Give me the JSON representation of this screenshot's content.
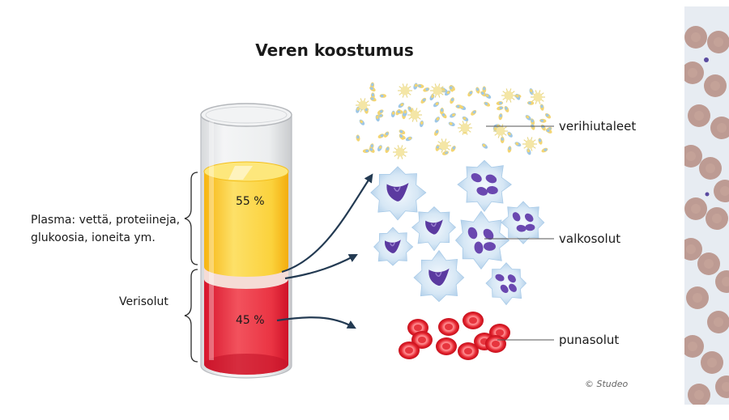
{
  "title": "Veren koostumus",
  "tube": {
    "plasma_percent_label": "55 %",
    "cells_percent_label": "45 %",
    "plasma_fraction": 0.55,
    "cells_fraction": 0.45
  },
  "labels": {
    "plasma_line1": "Plasma: vettä, proteiineja,",
    "plasma_line2": "glukoosia, ioneita ym.",
    "blood_cells": "Verisolut",
    "platelets": "verihiutaleet",
    "white_cells": "valkosolut",
    "red_cells": "punasolut"
  },
  "credit": "© Studeo",
  "colors": {
    "plasma": "#f9c81e",
    "red_layer": "#e8273a",
    "white_cell_halo": "#cfe3f3",
    "white_cell_nucleus": "#5b3aa0",
    "red_cell": "#e0242e",
    "arrow": "#233a52",
    "micro_bg": "#e7ecf2",
    "micro_rbc": "#b89288"
  }
}
